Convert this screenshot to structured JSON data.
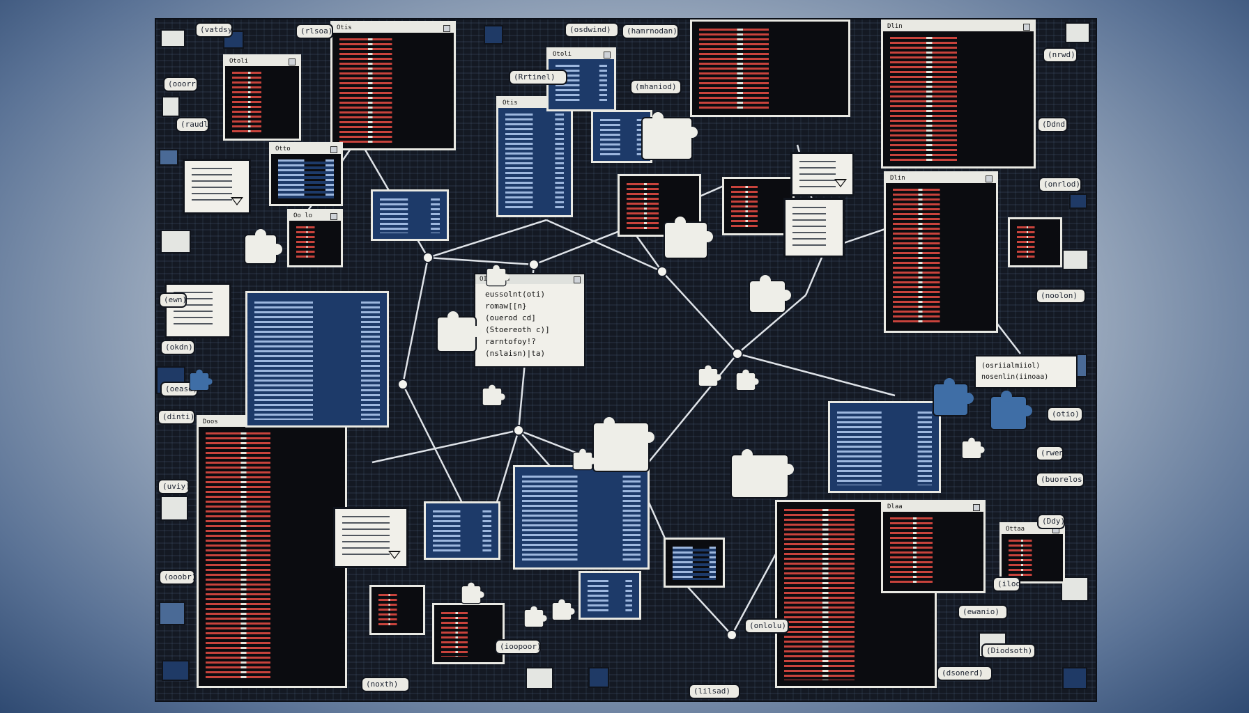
{
  "chips": [
    "(vatdsy)",
    "(rlsoa)",
    "(osdwind)",
    "(hamrnodan)",
    "(mhaniod)",
    "(Rrtinel)",
    "(ooorrrit)",
    "(raudl)",
    "(ewn)",
    "(okdn)",
    "(dinti)",
    "(uviy)",
    "(ooobr)",
    "(Ddnd)",
    "(onrlod)",
    "(noolon)",
    "(otio)",
    "(rwen)",
    "(buorelos)",
    "(Ddy)",
    "(ewanio)",
    "(Diodsoth)",
    "(noxth)",
    "(dsonerd)",
    "(onlolu)",
    "(lilsad)",
    "(ioopoor)",
    "(ilod)",
    "(oeasd)",
    "(nrwd)"
  ],
  "center_note": {
    "title": "OI oxnpa",
    "lines": [
      "eussolnt(oti)",
      "romaw[[n}",
      "(ouerod cd]",
      "(Stoereoth c)]",
      "rarntofoy!?",
      "(nslaisn)|ta)"
    ]
  },
  "right_note": {
    "lines": [
      "(osriialmiiol)",
      "nosenlin(iinoaa)"
    ]
  },
  "window_titles": [
    "Otis",
    "Otoli",
    "Dlin",
    "Doos",
    "Otto",
    "Oo lo",
    "Dlaa",
    "Ottaa"
  ],
  "icons": [
    "puzzle-piece-icon",
    "network-node-icon",
    "code-window-icon",
    "note-card-icon",
    "dropdown-arrow-icon"
  ]
}
